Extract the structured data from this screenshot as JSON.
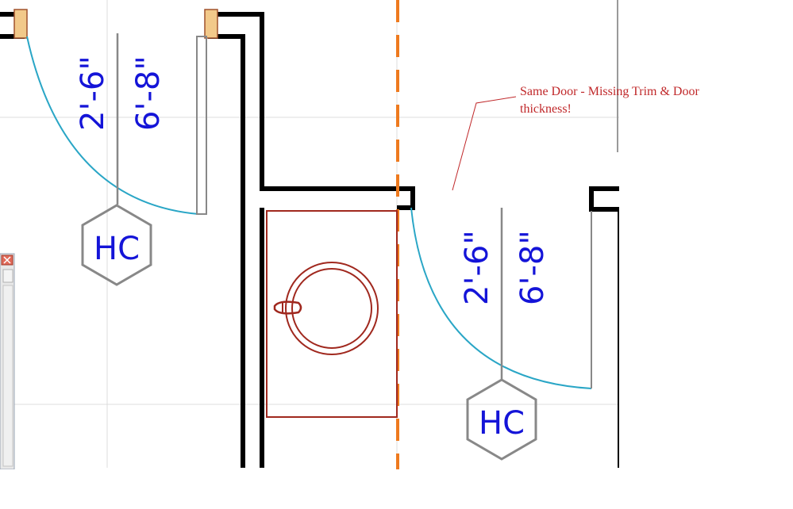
{
  "annotation": {
    "line1": "Same Door - Missing Trim & Door",
    "line2": "thickness!"
  },
  "doors": [
    {
      "width_label": "2'-6\"",
      "height_label": "6'-8\"",
      "tag": "HC"
    },
    {
      "width_label": "2'-6\"",
      "height_label": "6'-8\"",
      "tag": "HC"
    }
  ],
  "colors": {
    "wall": "#000000",
    "swing_arc": "#2aa6c6",
    "dimension_text": "#1414d8",
    "tag_outline": "#888888",
    "fixture": "#a0281e",
    "centerline": "#ee7a1e",
    "note": "#c0282a",
    "grid": "#dcdcdc"
  }
}
